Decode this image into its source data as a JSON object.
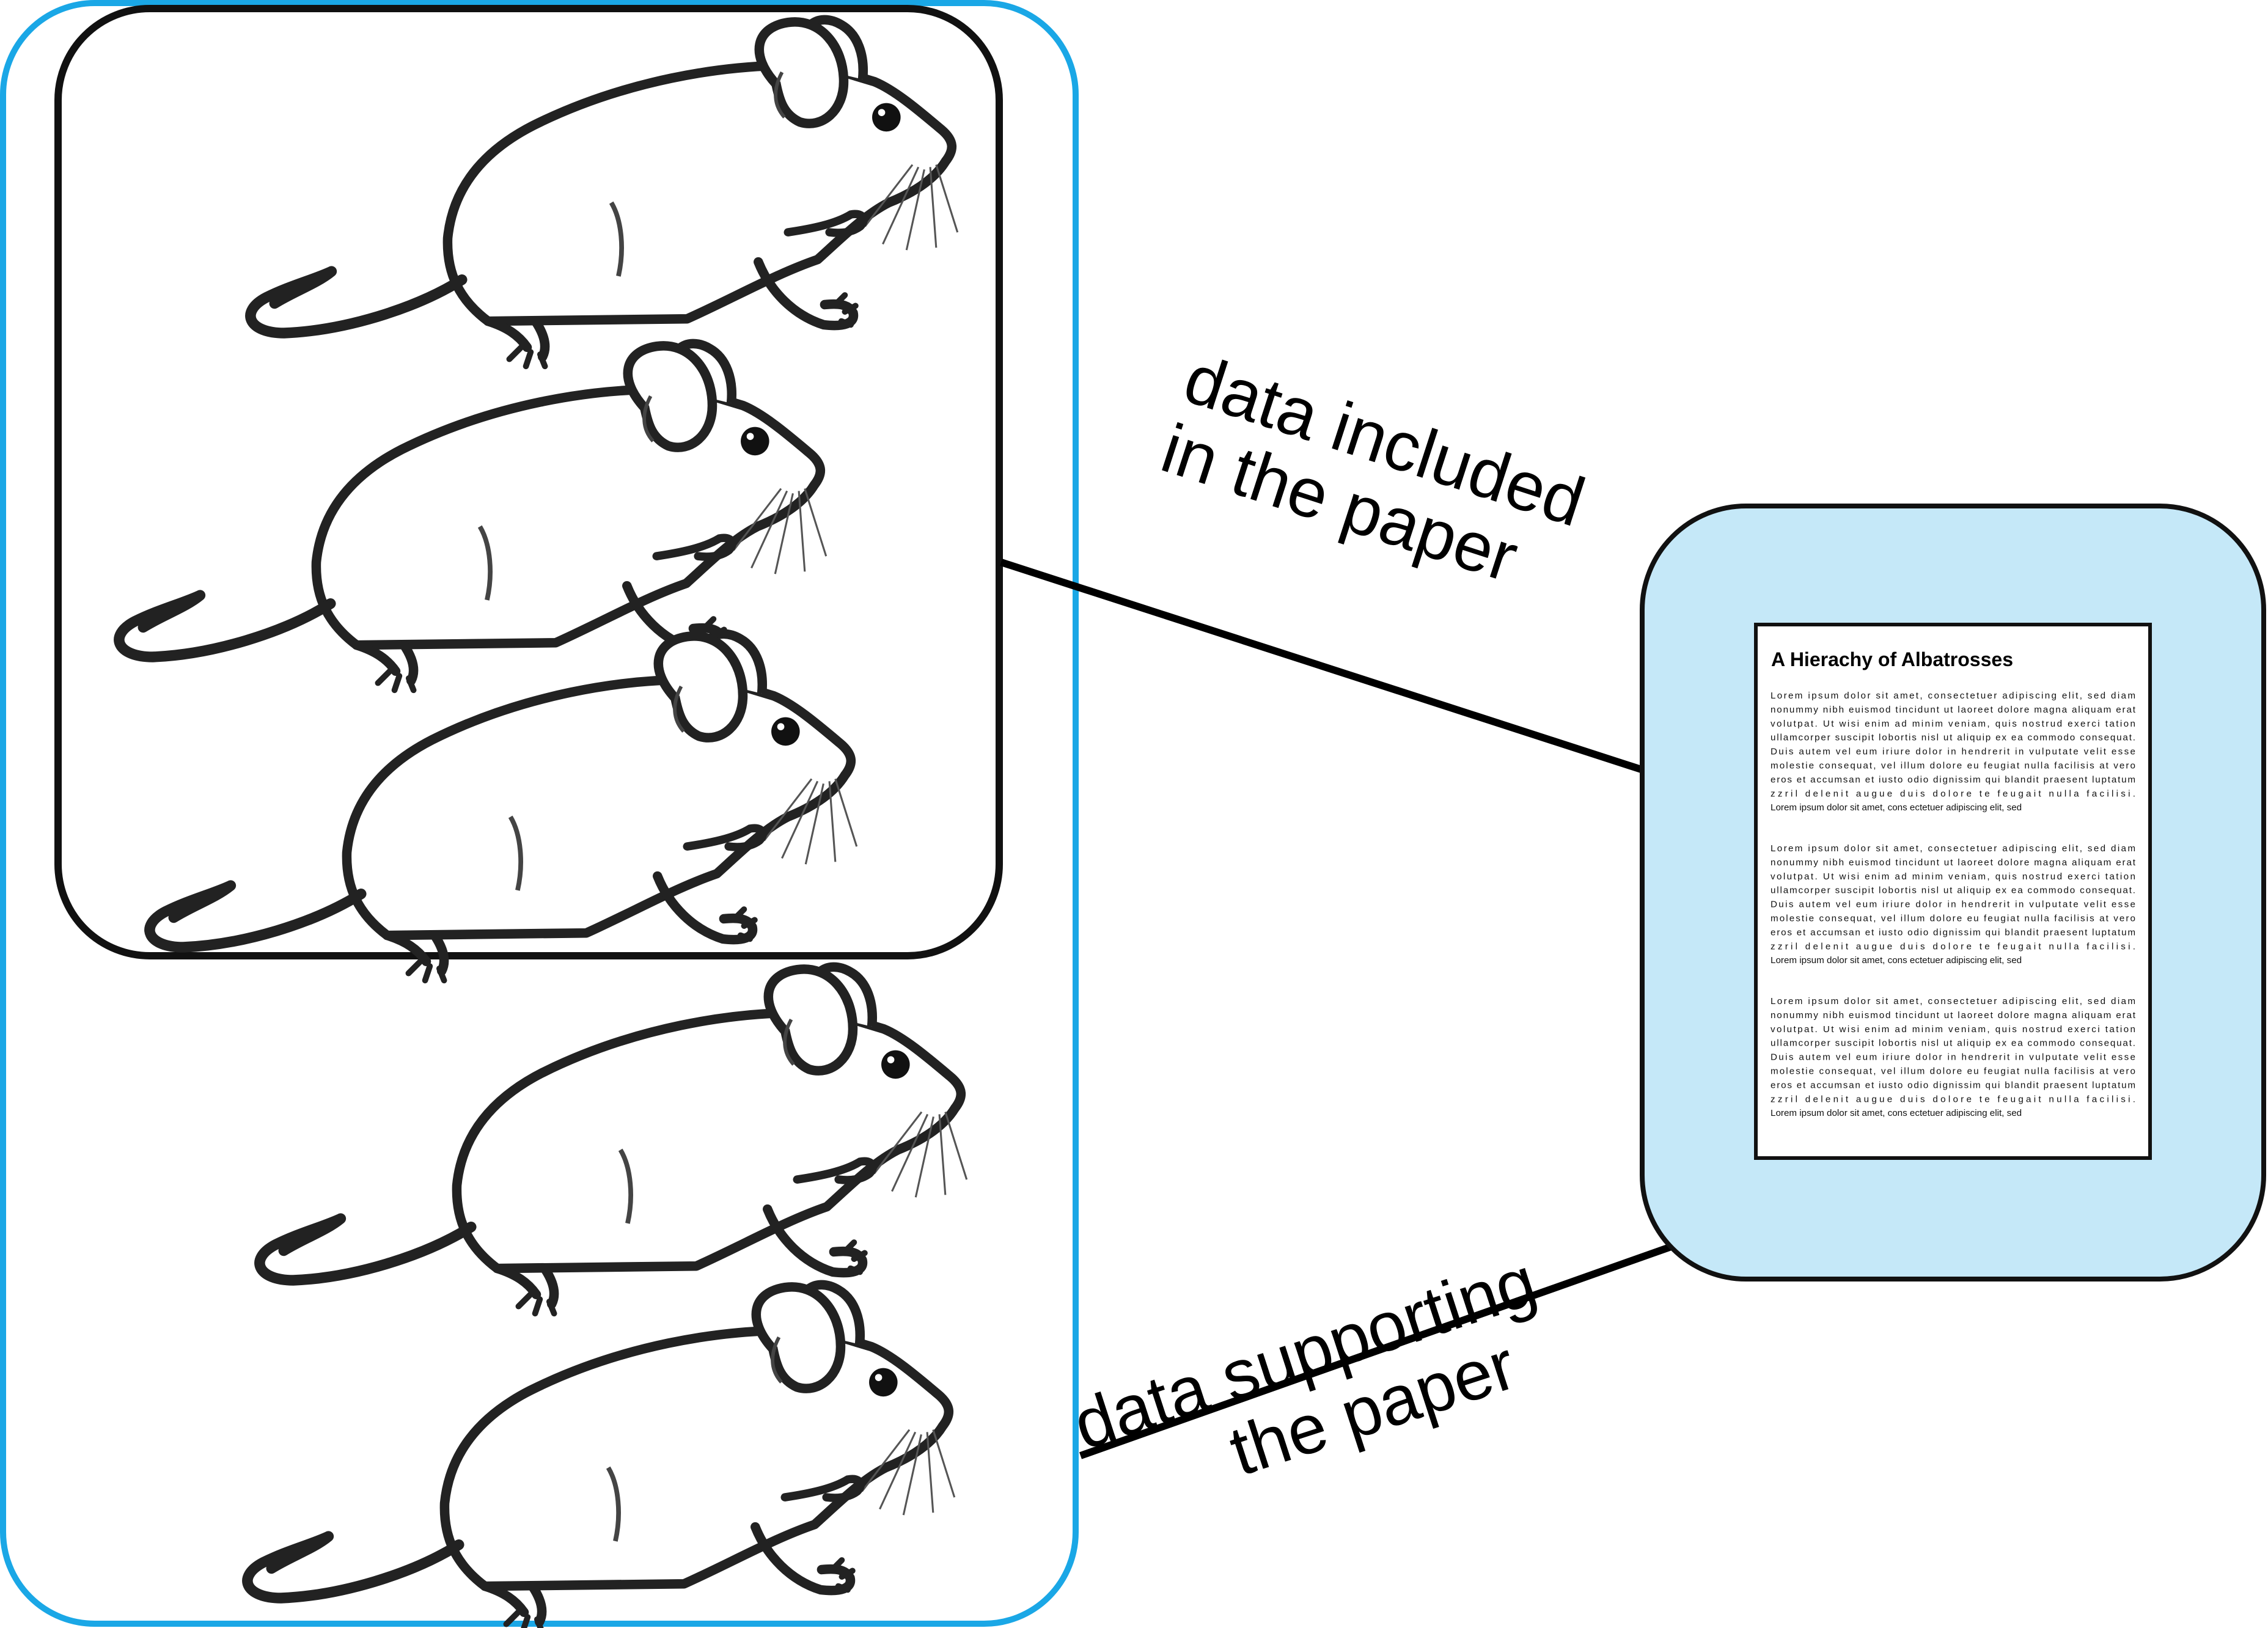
{
  "colors": {
    "outer_box_stroke": "#1aa7e6",
    "inner_box_stroke": "#111111",
    "paper_box_fill": "#c5e8f8",
    "paper_box_stroke": "#111111",
    "line": "#000000"
  },
  "icons": {
    "subject": "mouse-icon",
    "document": "document-icon"
  },
  "labels": {
    "included": [
      "data included",
      "in the paper"
    ],
    "supporting": [
      "data supporting",
      "the paper"
    ]
  },
  "paper": {
    "title": "A Hierachy of Albatrosses",
    "paragraphs": [
      [
        "Lorem ipsum dolor sit amet, consectetuer adipiscing elit, sed diam",
        "nonummy nibh euismod tincidunt ut laoreet dolore magna aliquam erat",
        "volutpat. Ut wisi enim ad minim veniam, quis nostrud exerci tation",
        "ullamcorper suscipit lobortis nisl ut aliquip ex ea commodo consequat.",
        "Duis autem vel eum iriure dolor in hendrerit in vulputate velit esse",
        "molestie consequat, vel illum dolore eu feugiat nulla facilisis at vero",
        "eros et accumsan et iusto odio dignissim qui blandit praesent luptatum",
        "zzril delenit augue duis dolore te feugait nulla facilisi.",
        "Lorem ipsum dolor sit amet, cons ectetuer adipiscing elit, sed"
      ],
      [
        "Lorem ipsum dolor sit amet, consectetuer adipiscing elit, sed diam",
        "nonummy nibh euismod tincidunt ut laoreet dolore magna aliquam erat",
        "volutpat. Ut wisi enim ad minim veniam, quis nostrud exerci tation",
        "ullamcorper suscipit lobortis nisl ut aliquip ex ea commodo consequat.",
        "Duis autem vel eum iriure dolor in hendrerit in vulputate velit esse",
        "molestie consequat, vel illum dolore eu feugiat nulla facilisis at vero",
        "eros et accumsan et iusto odio dignissim qui blandit praesent luptatum",
        "zzril delenit augue duis dolore te feugait nulla facilisi.",
        "Lorem ipsum dolor sit amet, cons ectetuer adipiscing elit, sed"
      ],
      [
        "Lorem ipsum dolor sit amet, consectetuer adipiscing elit, sed diam",
        "nonummy nibh euismod tincidunt ut laoreet dolore magna aliquam erat",
        "volutpat. Ut wisi enim ad minim veniam, quis nostrud exerci tation",
        "ullamcorper suscipit lobortis nisl ut aliquip ex ea commodo consequat.",
        "Duis autem vel eum iriure dolor in hendrerit in vulputate velit esse",
        "molestie consequat, vel illum dolore eu feugiat nulla facilisis at vero",
        "eros et accumsan et iusto odio dignissim qui blandit praesent luptatum",
        "zzril delenit augue duis dolore te feugait nulla facilisi.",
        "Lorem ipsum dolor sit amet, cons ectetuer adipiscing elit, sed"
      ]
    ]
  }
}
